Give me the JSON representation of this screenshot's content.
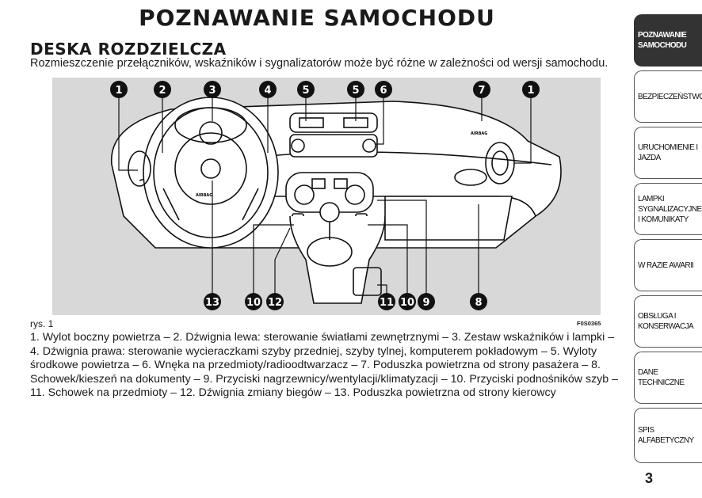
{
  "header": {
    "title": "POZNAWANIE SAMOCHODU",
    "section": "DESKA ROZDZIELCZA",
    "subtitle": "Rozmieszczenie przełączników, wskaźników i sygnalizatorów może być różne w zależności od wersji samochodu."
  },
  "figure": {
    "label": "rys. 1",
    "code": "F0S0365",
    "steering_wheel_text": "AIRBAG",
    "dashboard_text": "AIRBAG",
    "badges_top": [
      "1",
      "2",
      "3",
      "4",
      "5",
      "5",
      "6",
      "7",
      "1"
    ],
    "badges_bottom": [
      "13",
      "10",
      "12",
      "11",
      "10",
      "9",
      "8"
    ]
  },
  "caption": "1. Wylot boczny powietrza – 2. Dźwignia lewa: sterowanie światłami zewnętrznymi – 3. Zestaw wskaźników i lampki – 4. Dźwignia prawa: sterowanie wycieraczkami szyby przedniej, szyby tylnej, komputerem pokładowym – 5. Wyloty środkowe powietrza – 6. Wnęka na przedmioty/radioodtwarzacz – 7. Poduszka powietrzna od strony pasażera – 8. Schowek/kieszeń na dokumenty – 9. Przyciski nagrzewnicy/wentylacji/klimatyzacji – 10. Przyciski podnośników szyb – 11. Schowek na przedmioty – 12. Dźwignia zmiany biegów – 13. Poduszka powietrzna od strony kierowcy",
  "tabs": [
    {
      "label": "POZNAWANIE SAMOCHODU",
      "active": true
    },
    {
      "label": "BEZPIECZEŃSTWO",
      "active": false
    },
    {
      "label": "URUCHOMIENIE I JAZDA",
      "active": false
    },
    {
      "label": "LAMPKI SYGNALIZACYJNE I KOMUNIKATY",
      "active": false
    },
    {
      "label": "W RAZIE AWARII",
      "active": false
    },
    {
      "label": "OBSŁUGA I KONSERWACJA",
      "active": false
    },
    {
      "label": "DANE TECHNICZNE",
      "active": false
    },
    {
      "label": "SPIS ALFABETYCZNY",
      "active": false
    }
  ],
  "page_number": "3"
}
